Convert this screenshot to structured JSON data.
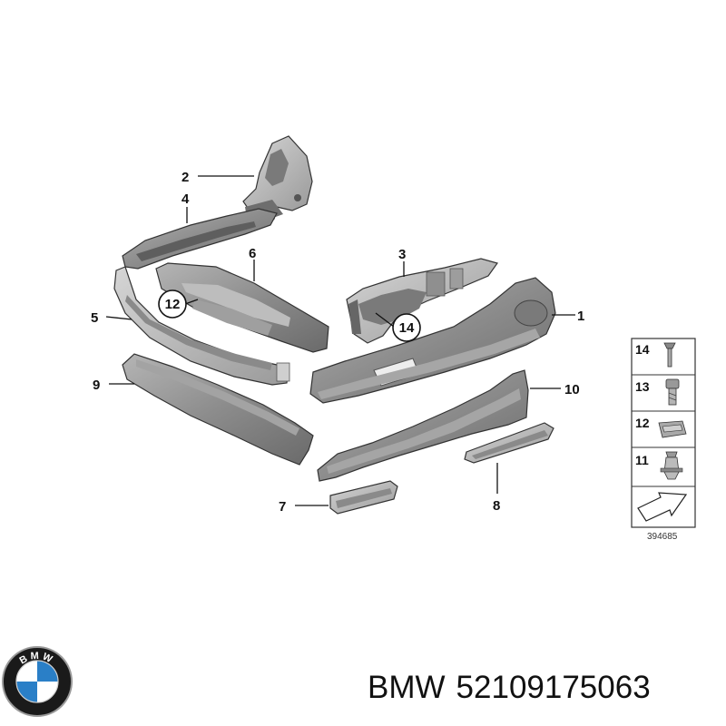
{
  "diagram": {
    "callouts": [
      {
        "id": "2",
        "label": "2"
      },
      {
        "id": "4",
        "label": "4"
      },
      {
        "id": "6",
        "label": "6"
      },
      {
        "id": "3",
        "label": "3"
      },
      {
        "id": "1",
        "label": "1"
      },
      {
        "id": "5",
        "label": "5"
      },
      {
        "id": "9",
        "label": "9"
      },
      {
        "id": "10",
        "label": "10"
      },
      {
        "id": "7",
        "label": "7"
      },
      {
        "id": "8",
        "label": "8"
      }
    ],
    "circled_callouts": [
      "12",
      "14"
    ],
    "legend": [
      "14",
      "13",
      "12",
      "11"
    ],
    "reference_number": "394685"
  },
  "caption": {
    "brand": "BMW",
    "part_number": "52109175063"
  },
  "colors": {
    "part_fill": "#8c8c8c",
    "part_dark": "#6e6e6e",
    "part_light": "#bdbdbd",
    "logo_blue": "#2a7fc7",
    "logo_ring": "#1a1a1a"
  }
}
